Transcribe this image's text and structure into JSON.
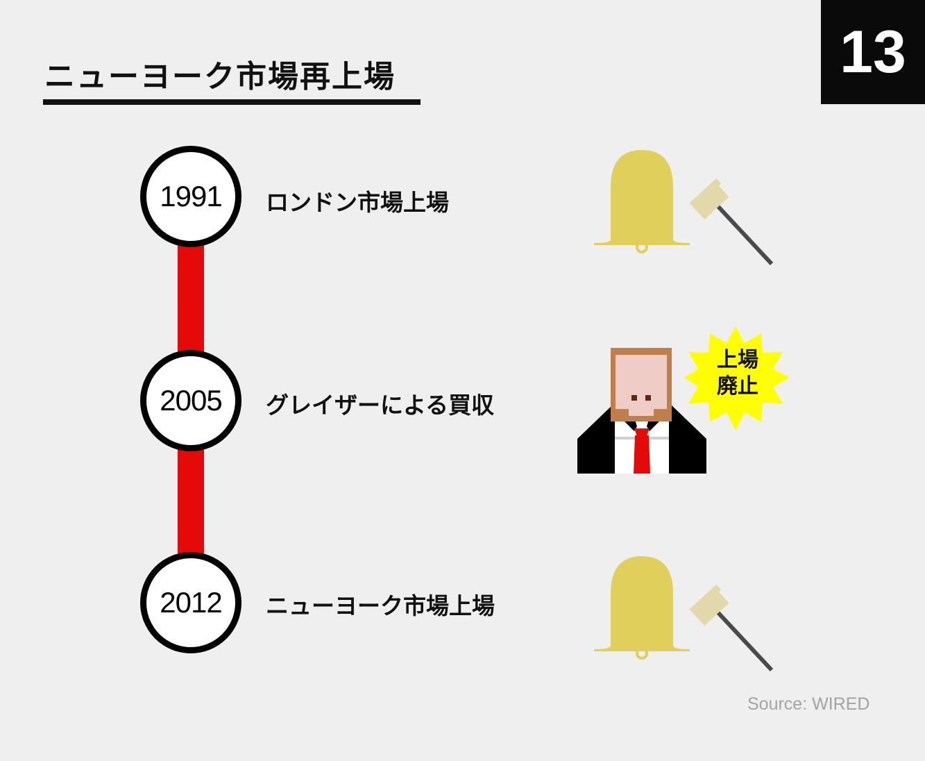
{
  "title": "ニューヨーク市場再上場",
  "page_number": "13",
  "timeline": [
    {
      "year": "1991",
      "event": "ロンドン市場上場",
      "icon": "bell-and-gavel-icon"
    },
    {
      "year": "2005",
      "event": "グレイザーによる買収",
      "icon": "businessman-icon"
    },
    {
      "year": "2012",
      "event": "ニューヨーク市場上場",
      "icon": "bell-and-gavel-icon"
    }
  ],
  "delisting_badge": {
    "line1": "上場",
    "line2": "廃止"
  },
  "source": "Source: WIRED",
  "colors": {
    "timeline": "#e50a0a",
    "bell": "#e0d05b",
    "gavel_head": "#e3d8aa",
    "badge": "#ffff00",
    "tie": "#e50a0a"
  }
}
